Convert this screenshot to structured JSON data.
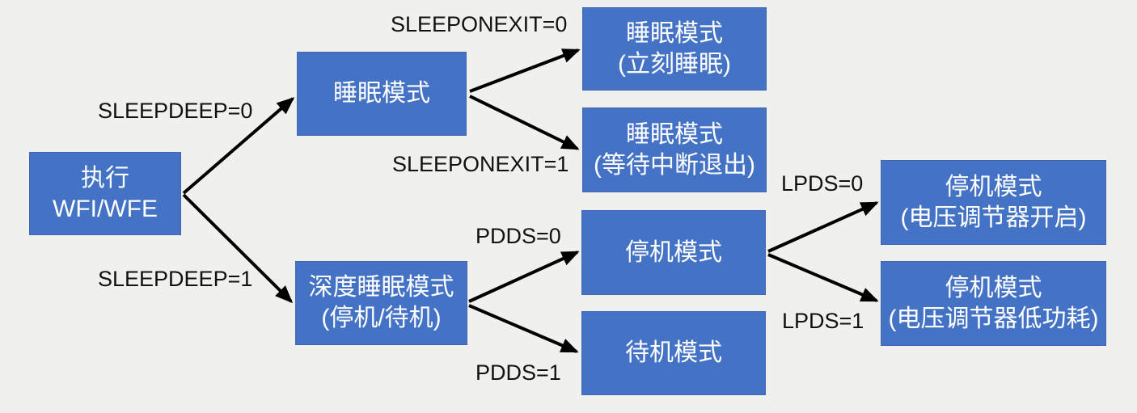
{
  "colors": {
    "background": "#f0f0ee",
    "box_fill": "#4472c4",
    "box_border": "#3f66ae",
    "box_text": "#ffffff",
    "label_text": "#111111",
    "arrow": "#000000"
  },
  "nodes": {
    "exec": {
      "line1": "执行",
      "line2": "WFI/WFE"
    },
    "sleep": {
      "line1": "睡眠模式"
    },
    "sleep_now": {
      "line1": "睡眠模式",
      "line2": "(立刻睡眠)"
    },
    "sleep_wait": {
      "line1": "睡眠模式",
      "line2": "(等待中断退出)"
    },
    "deep_sleep": {
      "line1": "深度睡眠模式",
      "line2": "(停机/待机)"
    },
    "stop": {
      "line1": "停机模式"
    },
    "standby": {
      "line1": "待机模式"
    },
    "stop_vreg_on": {
      "line1": "停机模式",
      "line2": "(电压调节器开启)"
    },
    "stop_vreg_lp": {
      "line1": "停机模式",
      "line2": "(电压调节器低功耗)"
    }
  },
  "edge_labels": {
    "sleepdeep0": "SLEEPDEEP=0",
    "sleepdeep1": "SLEEPDEEP=1",
    "sleeponexit0": "SLEEPONEXIT=0",
    "sleeponexit1": "SLEEPONEXIT=1",
    "pdds0": "PDDS=0",
    "pdds1": "PDDS=1",
    "lpds0": "LPDS=0",
    "lpds1": "LPDS=1"
  }
}
